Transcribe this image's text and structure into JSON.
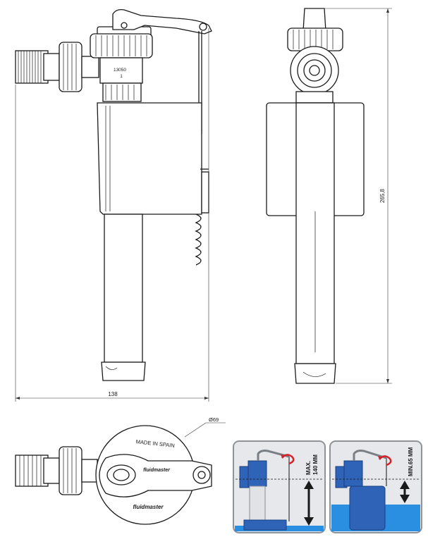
{
  "dimensions": {
    "width_label": "138",
    "height_label": "265,8",
    "diameter_label": "Ø69"
  },
  "valve_codes": {
    "code": "13050",
    "sub": "1"
  },
  "bottom_labels": {
    "made_in": "MADE IN SPAIN",
    "brand": "fluidmaster",
    "brand_script": "fluidmaster"
  },
  "panels": {
    "max": {
      "label_line1": "MAX.",
      "label_line2": "140 MM"
    },
    "min": {
      "label": "MIN.65 MM"
    }
  },
  "colors": {
    "valve_blue": "#2f63b8",
    "water_blue": "#2a8fe0",
    "panel_bg": "#e6e8ec",
    "panel_border": "#8e939a",
    "swirl_red": "#d4232a"
  }
}
